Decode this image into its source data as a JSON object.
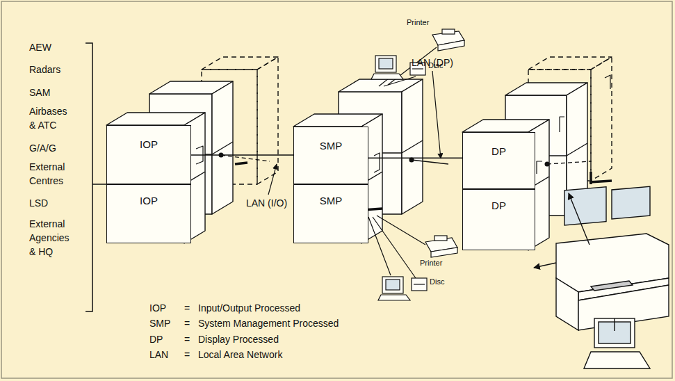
{
  "diagram": {
    "nodes": [
      {
        "text": [
          "IOP"
        ]
      },
      {
        "text": [
          "IOP"
        ]
      },
      {
        "text": [
          "SMP"
        ]
      },
      {
        "text": [
          "SMP"
        ]
      },
      {
        "text": [
          "DP"
        ]
      },
      {
        "text": [
          "DP"
        ]
      }
    ],
    "edges": [
      {
        "from": 0,
        "to": 2,
        "arrow": "none"
      },
      {
        "from": 2,
        "to": 4,
        "arrow": "none"
      }
    ],
    "labels": [
      "AEW",
      "Radars",
      "SAM",
      "Airbases & ATC",
      "G/A/G",
      "External Centres",
      "LSD",
      "External Agencies & HQ",
      "LAN (I/O)",
      "LAN (DP)",
      "Printer",
      "Disc",
      "Printer",
      "Disc",
      "IOP",
      "=",
      "Input/Output Processed",
      "SMP",
      "=",
      "System Management Processed",
      "DP",
      "=",
      "Display Processed",
      "LAN",
      "=",
      "Local Area Network"
    ]
  }
}
